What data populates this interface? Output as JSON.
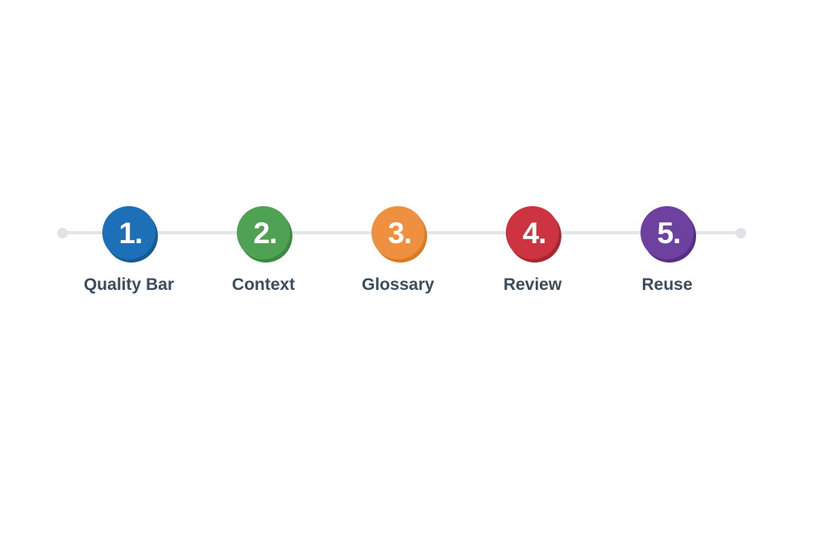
{
  "diagram": {
    "type": "horizontal-step-timeline",
    "background": "#ffffff",
    "line_color": "#e3e6e9",
    "endpoint_color": "#dfe3e8",
    "label_color": "#3d4c5d",
    "number_color": "#ffffff",
    "steps": [
      {
        "number": "1.",
        "label": "Quality Bar",
        "color": "#1d70b7",
        "shadow_color": "#155a93"
      },
      {
        "number": "2.",
        "label": "Context",
        "color": "#4fa254",
        "shadow_color": "#3a8a42"
      },
      {
        "number": "3.",
        "label": "Glossary",
        "color": "#ee9040",
        "shadow_color": "#d97b22"
      },
      {
        "number": "4.",
        "label": "Review",
        "color": "#cb3440",
        "shadow_color": "#a7262f"
      },
      {
        "number": "5.",
        "label": "Reuse",
        "color": "#6e41a1",
        "shadow_color": "#562f82"
      }
    ]
  }
}
